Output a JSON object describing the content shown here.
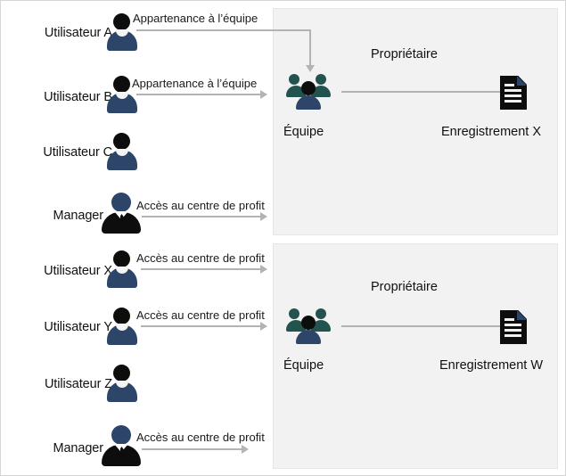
{
  "diagram": {
    "groups": [
      {
        "id": "group-top",
        "actors": [
          {
            "label": "Utilisateur A",
            "icon": "user-icon",
            "relation": "Appartenance à l’équipe"
          },
          {
            "label": "Utilisateur B",
            "icon": "user-icon",
            "relation": "Appartenance à l’équipe"
          },
          {
            "label": "Utilisateur C",
            "icon": "user-icon",
            "relation": ""
          },
          {
            "label": "Manager",
            "icon": "manager-icon",
            "relation": "Accès au centre de profit"
          }
        ],
        "panel": {
          "title": "Propriétaire",
          "team_caption": "Équipe",
          "record_caption": "Enregistrement X",
          "team_icon": "team-icon",
          "record_icon": "document-icon"
        }
      },
      {
        "id": "group-bottom",
        "actors": [
          {
            "label": "Utilisateur X",
            "icon": "user-icon",
            "relation": "Accès au centre de profit"
          },
          {
            "label": "Utilisateur Y",
            "icon": "user-icon",
            "relation": "Accès au centre de profit"
          },
          {
            "label": "Utilisateur Z",
            "icon": "user-icon",
            "relation": ""
          },
          {
            "label": "Manager",
            "icon": "manager-icon",
            "relation": "Accès au centre de profit"
          }
        ],
        "panel": {
          "title": "Propriétaire",
          "team_caption": "Équipe",
          "record_caption": "Enregistrement W",
          "team_icon": "team-icon",
          "record_icon": "document-icon"
        }
      }
    ],
    "colors": {
      "panel_background": "#f2f2f2",
      "panel_border": "#e6e6e6",
      "connector": "#b3b3b3",
      "person_body": "#2c4568",
      "person_head": "#0d0d0d",
      "team_secondary": "#23534f",
      "document": "#0d0d0d",
      "document_fold": "#2c4568",
      "text": "#111111",
      "canvas_background": "#ffffff"
    }
  }
}
